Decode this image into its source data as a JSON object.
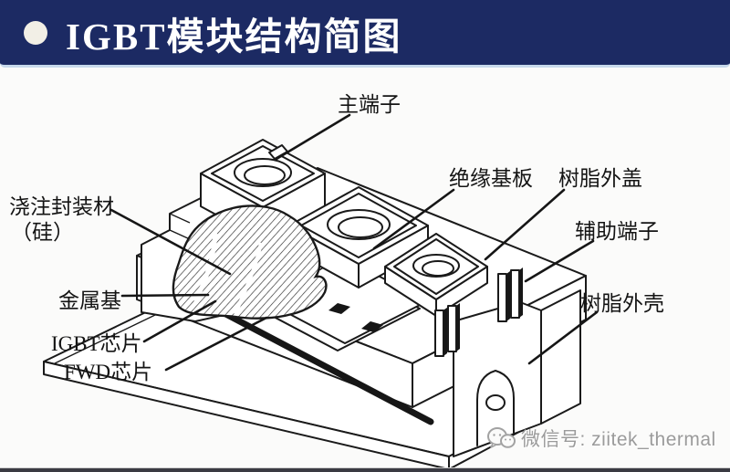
{
  "title_bar": {
    "title": "IGBT模块结构简图"
  },
  "diagram": {
    "labels": {
      "main_terminal": "主端子",
      "insulating_substrate": "绝缘基板",
      "resin_cover": "树脂外盖",
      "auxiliary_terminal": "辅助端子",
      "resin_case": "树脂外壳",
      "potting_line1": "浇注封装材",
      "potting_line2": "（硅）",
      "metal_base": "金属基",
      "igbt_chip": "IGBT芯片",
      "fwd_chip": "FWD芯片"
    }
  },
  "watermark": {
    "text": "微信号: ziitek_thermal"
  },
  "colors": {
    "title_bar_bg": "#1c2a63",
    "title_bar_edge": "#c7d9ec",
    "title_text": "#ffffff",
    "bullet": "#f2efe6",
    "canvas_bg": "#fbfbfa",
    "diagram_ink": "#1a1a1a",
    "watermark_gray": "#9b9b9b",
    "bottom_rule": "#3a3a42"
  }
}
